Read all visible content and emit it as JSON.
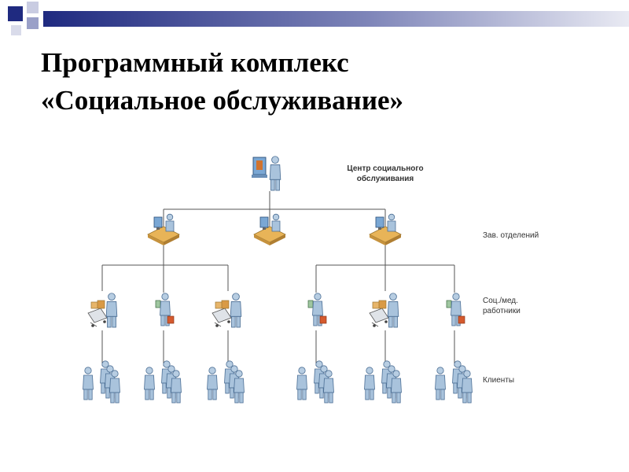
{
  "slide": {
    "title_line1": "Программный комплекс",
    "title_line2": "«Социальное обслуживание»"
  },
  "diagram": {
    "levels": {
      "center_line1": "Центр социального",
      "center_line2": "обслуживания",
      "heads": "Зав. отделений",
      "workers_line1": "Соц./мед.",
      "workers_line2": "работники",
      "clients": "Клиенты"
    }
  },
  "colors": {
    "accent_square": "#1f2a80",
    "band_dark": "#1f2a80",
    "band_light": "#e6e8f4",
    "person": "#a9c3dc",
    "connector": "#555555"
  }
}
